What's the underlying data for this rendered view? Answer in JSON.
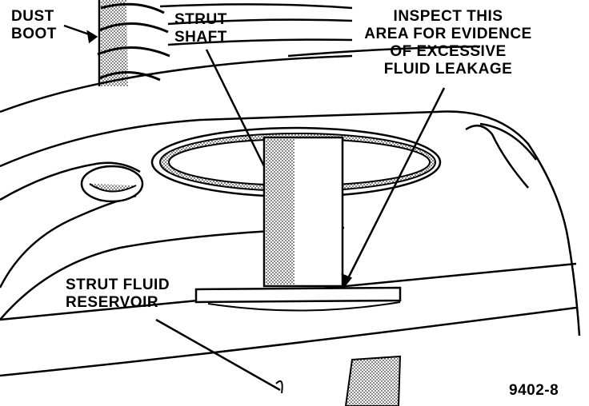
{
  "diagram": {
    "labels": {
      "dust_boot": [
        "DUST",
        "BOOT"
      ],
      "strut_shaft": [
        "STRUT",
        "SHAFT"
      ],
      "inspect_area": [
        "INSPECT THIS",
        "AREA FOR EVIDENCE",
        "OF EXCESSIVE",
        "FLUID LEAKAGE"
      ],
      "fluid_reservoir": [
        "STRUT FLUID",
        "RESERVOIR"
      ],
      "figure_number": "9402-8"
    },
    "colors": {
      "ink": "#000000",
      "stipple": "#7a7a7a",
      "paper": "#ffffff"
    }
  }
}
